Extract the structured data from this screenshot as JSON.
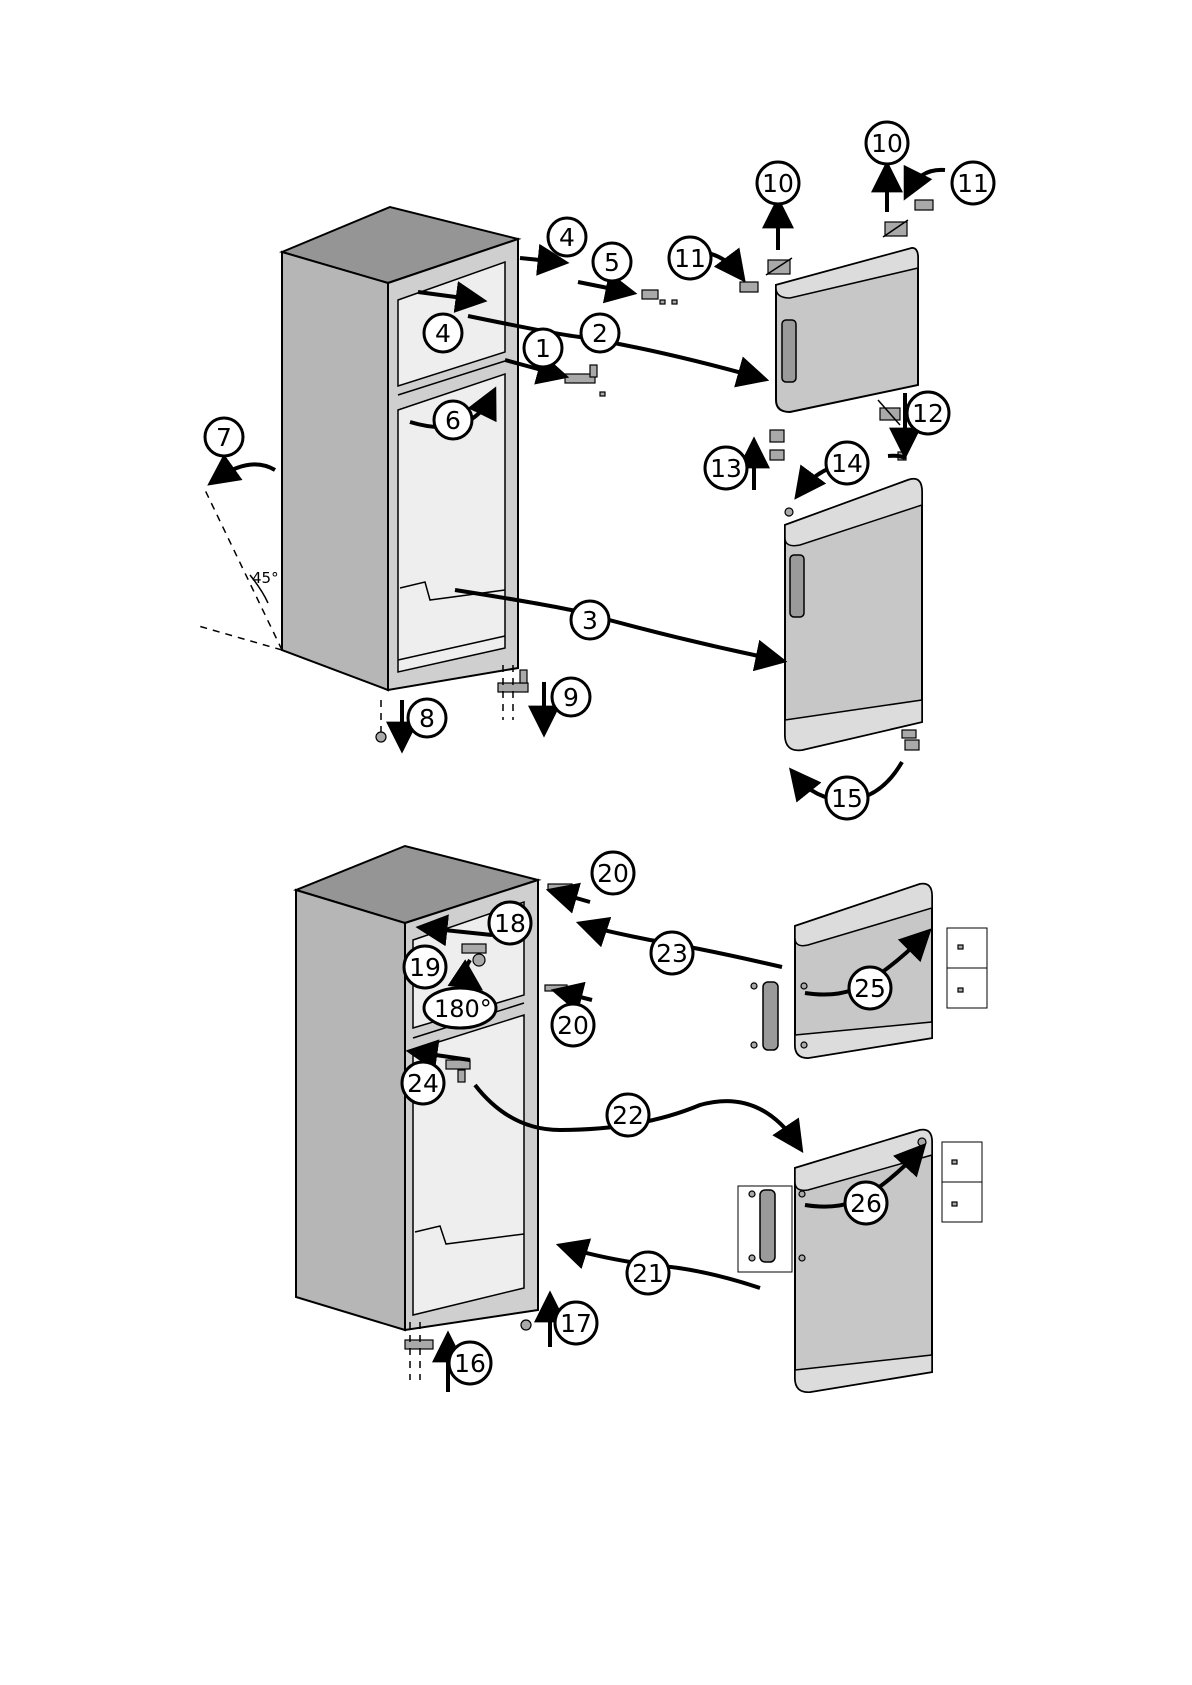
{
  "steps": [
    "1",
    "2",
    "3",
    "4",
    "4",
    "5",
    "6",
    "7",
    "8",
    "9",
    "10",
    "10",
    "11",
    "11",
    "12",
    "13",
    "14",
    "15",
    "16",
    "17",
    "18",
    "19",
    "20",
    "20",
    "21",
    "22",
    "23",
    "24",
    "25",
    "26"
  ],
  "angle_label": "45°",
  "rotation_label": "180°"
}
